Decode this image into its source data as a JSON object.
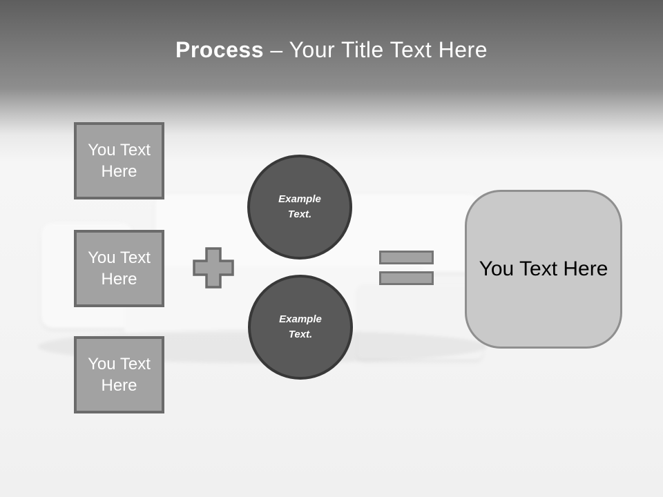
{
  "title": {
    "emphasis": "Process",
    "rest": " – Your Title Text Here"
  },
  "diagram": {
    "input_boxes": [
      {
        "label": "You Text Here"
      },
      {
        "label": "You Text Here"
      },
      {
        "label": "You Text Here"
      }
    ],
    "circles": [
      {
        "label": "Example Text."
      },
      {
        "label": "Example Text."
      }
    ],
    "result_box": {
      "label": "You Text Here"
    }
  },
  "colors": {
    "header_gradient_top": "#5e5e5e",
    "header_gradient_mid": "#8e8e8e",
    "canvas_background": "#f3f3f3",
    "placeholder_fill": "#a2a2a2",
    "placeholder_border": "#6b6b6b",
    "circle_fill": "#595959",
    "circle_border": "#383838",
    "result_fill": "#c9c9c9",
    "result_border": "#8f8f8f",
    "title_text": "#ffffff",
    "placeholder_text": "#ffffff",
    "result_text": "#000000"
  }
}
